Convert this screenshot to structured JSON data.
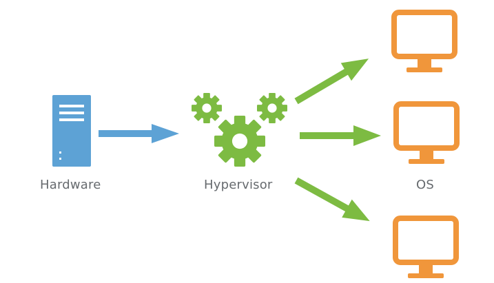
{
  "labels": {
    "hardware": "Hardware",
    "hypervisor": "Hypervisor",
    "os": "OS"
  },
  "colors": {
    "hardware": "#5da2d5",
    "hypervisor": "#7dbb42",
    "os": "#f0963b",
    "label_text": "#666a6e"
  },
  "icons": {
    "hardware": "server-icon",
    "hypervisor": "gears-icon",
    "os": "monitor-icon"
  }
}
